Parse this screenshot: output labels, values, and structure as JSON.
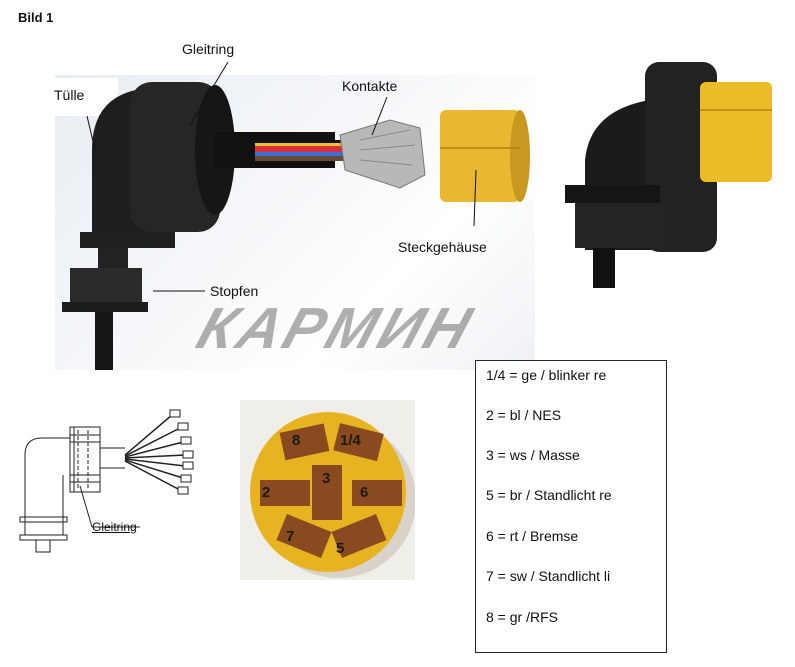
{
  "figure": {
    "title": "Bild 1",
    "watermark": "КАРМИН"
  },
  "photo_labels": {
    "gleitring": "Gleitring",
    "tuelle": "Tülle",
    "kontakte": "Kontakte",
    "steckgehaeuse": "Steckgehäuse",
    "stopfen": "Stopfen"
  },
  "drawing": {
    "gleitring_label": "Gleitring"
  },
  "pin_face": {
    "pins": [
      "8",
      "1/4",
      "2",
      "3",
      "6",
      "7",
      "5"
    ],
    "colors": {
      "housing": "#e8b320",
      "slot": "#8a4a20"
    }
  },
  "legend": {
    "items": [
      "1/4 = ge / blinker re",
      "2 = bl / NES",
      "3 = ws / Masse",
      "5 = br / Standlicht re",
      "6 = rt / Bremse",
      "7 = sw / Standlicht li",
      "8 = gr /RFS"
    ]
  }
}
